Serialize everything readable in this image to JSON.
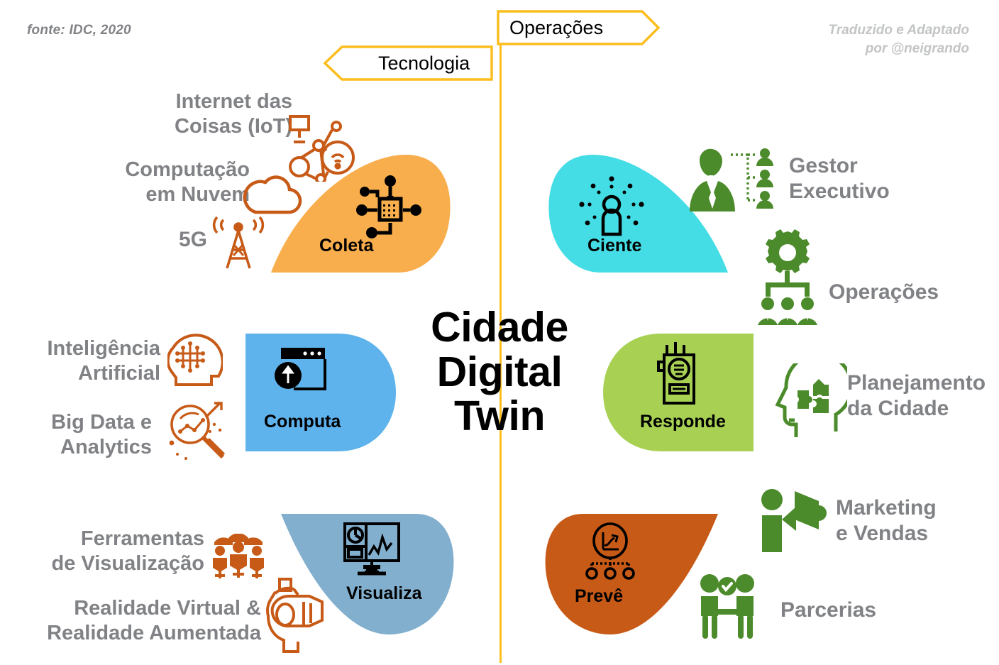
{
  "meta": {
    "source_note": "fonte: IDC, 2020",
    "credit_line1": "Traduzido e Adaptado",
    "credit_line2": "por @neigrando"
  },
  "banners": {
    "operations": {
      "label": "Operações",
      "direction": "right"
    },
    "technology": {
      "label": "Tecnologia",
      "direction": "left"
    }
  },
  "center": {
    "line1": "Cidade",
    "line2": "Digital",
    "line3": "Twin"
  },
  "petals": [
    {
      "id": "coleta",
      "label": "Coleta",
      "color": "#F9AE4D",
      "icon": "data-collection-icon"
    },
    {
      "id": "computa",
      "label": "Computa",
      "color": "#5EB3EC",
      "icon": "compute-window-icon"
    },
    {
      "id": "visualiza",
      "label": "Visualiza",
      "color": "#82AFCE",
      "icon": "dashboard-monitor-icon"
    },
    {
      "id": "ciente",
      "label": "Ciente",
      "color": "#45DDE5",
      "icon": "aware-person-icon"
    },
    {
      "id": "responde",
      "label": "Responde",
      "color": "#A8D154",
      "icon": "radio-walkie-icon"
    },
    {
      "id": "preve",
      "label": "Prevê",
      "color": "#C75A17",
      "icon": "forecast-chart-icon"
    }
  ],
  "technology_labels": [
    {
      "id": "iot",
      "line1": "Internet das",
      "line2": "Coisas (IoT)",
      "icon": "iot-network-icon"
    },
    {
      "id": "cloud",
      "line1": "Computação",
      "line2": "em Nuvem",
      "icon": "cloud-icon"
    },
    {
      "id": "fiveg",
      "line1": "5G",
      "line2": "",
      "icon": "antenna-5g-icon"
    },
    {
      "id": "ai",
      "line1": "Inteligência",
      "line2": "Artificial",
      "icon": "ai-brain-icon"
    },
    {
      "id": "bigdata",
      "line1": "Big Data e",
      "line2": "Analytics",
      "icon": "magnifier-analytics-icon"
    },
    {
      "id": "visualtools",
      "line1": "Ferramentas",
      "line2": "de Visualização",
      "icon": "people-group-icon"
    },
    {
      "id": "vrar",
      "line1": "Realidade Virtual &",
      "line2": "Realidade Aumentada",
      "icon": "vr-headset-icon"
    }
  ],
  "operations_labels": [
    {
      "id": "gestor",
      "line1": "Gestor",
      "line2": "Executivo",
      "icon": "executive-org-icon"
    },
    {
      "id": "operacoes",
      "line1": "Operações",
      "line2": "",
      "icon": "gear-team-icon"
    },
    {
      "id": "planejamento",
      "line1": "Planejamento",
      "line2": "da Cidade",
      "icon": "head-puzzle-icon"
    },
    {
      "id": "marketing",
      "line1": "Marketing",
      "line2": "e Vendas",
      "icon": "megaphone-icon"
    },
    {
      "id": "parcerias",
      "line1": "Parcerias",
      "line2": "",
      "icon": "partnership-icon"
    }
  ],
  "colors": {
    "accent_yellow": "#FBBE1E",
    "tech_icon_orange": "#C75A17",
    "ops_icon_green": "#4C8B2B",
    "label_gray": "#808285",
    "credit_gray": "#c2c4c6"
  }
}
